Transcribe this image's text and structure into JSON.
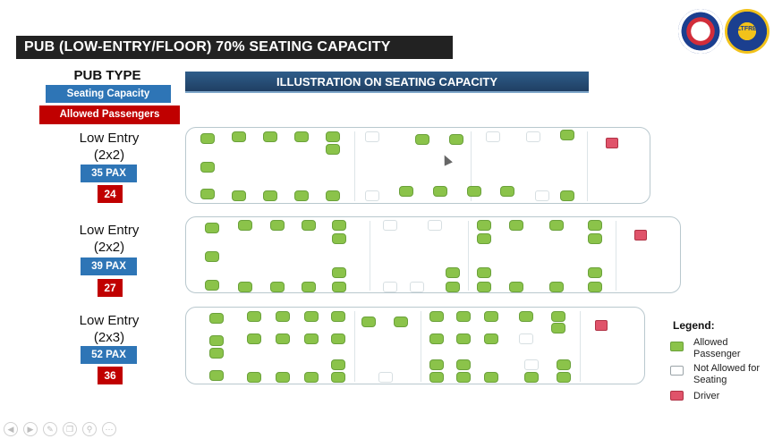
{
  "title": "PUB (LOW-ENTRY/FLOOR) 70% SEATING CAPACITY",
  "header_left": {
    "pub_type": "PUB TYPE",
    "seating_capacity": "Seating Capacity",
    "allowed_passengers": "Allowed Passengers"
  },
  "illustration_title": "ILLUSTRATION ON SEATING CAPACITY",
  "logos": {
    "ltfrb_text": "LTFRB"
  },
  "rows": [
    {
      "label_line1": "Low Entry",
      "label_line2": "(2x2)",
      "pax": "35 PAX",
      "allowed": "24"
    },
    {
      "label_line1": "Low Entry",
      "label_line2": "(2x2)",
      "pax": "39 PAX",
      "allowed": "27"
    },
    {
      "label_line1": "Low Entry",
      "label_line2": "(2x3)",
      "pax": "52 PAX",
      "allowed": "36"
    }
  ],
  "legend": {
    "title": "Legend:",
    "allowed": "Allowed Passenger",
    "not_allowed": "Not Allowed for Seating",
    "driver": "Driver"
  },
  "colors": {
    "allowed_seat": "#8bc34a",
    "driver_seat": "#e0536a",
    "seating_capacity_badge": "#2e75b6",
    "allowed_badge": "#c00000",
    "title_bar": "#222222"
  },
  "toolbar_icons": [
    "back-icon",
    "forward-icon",
    "pen-icon",
    "copy-icon",
    "zoom-icon",
    "more-icon"
  ]
}
